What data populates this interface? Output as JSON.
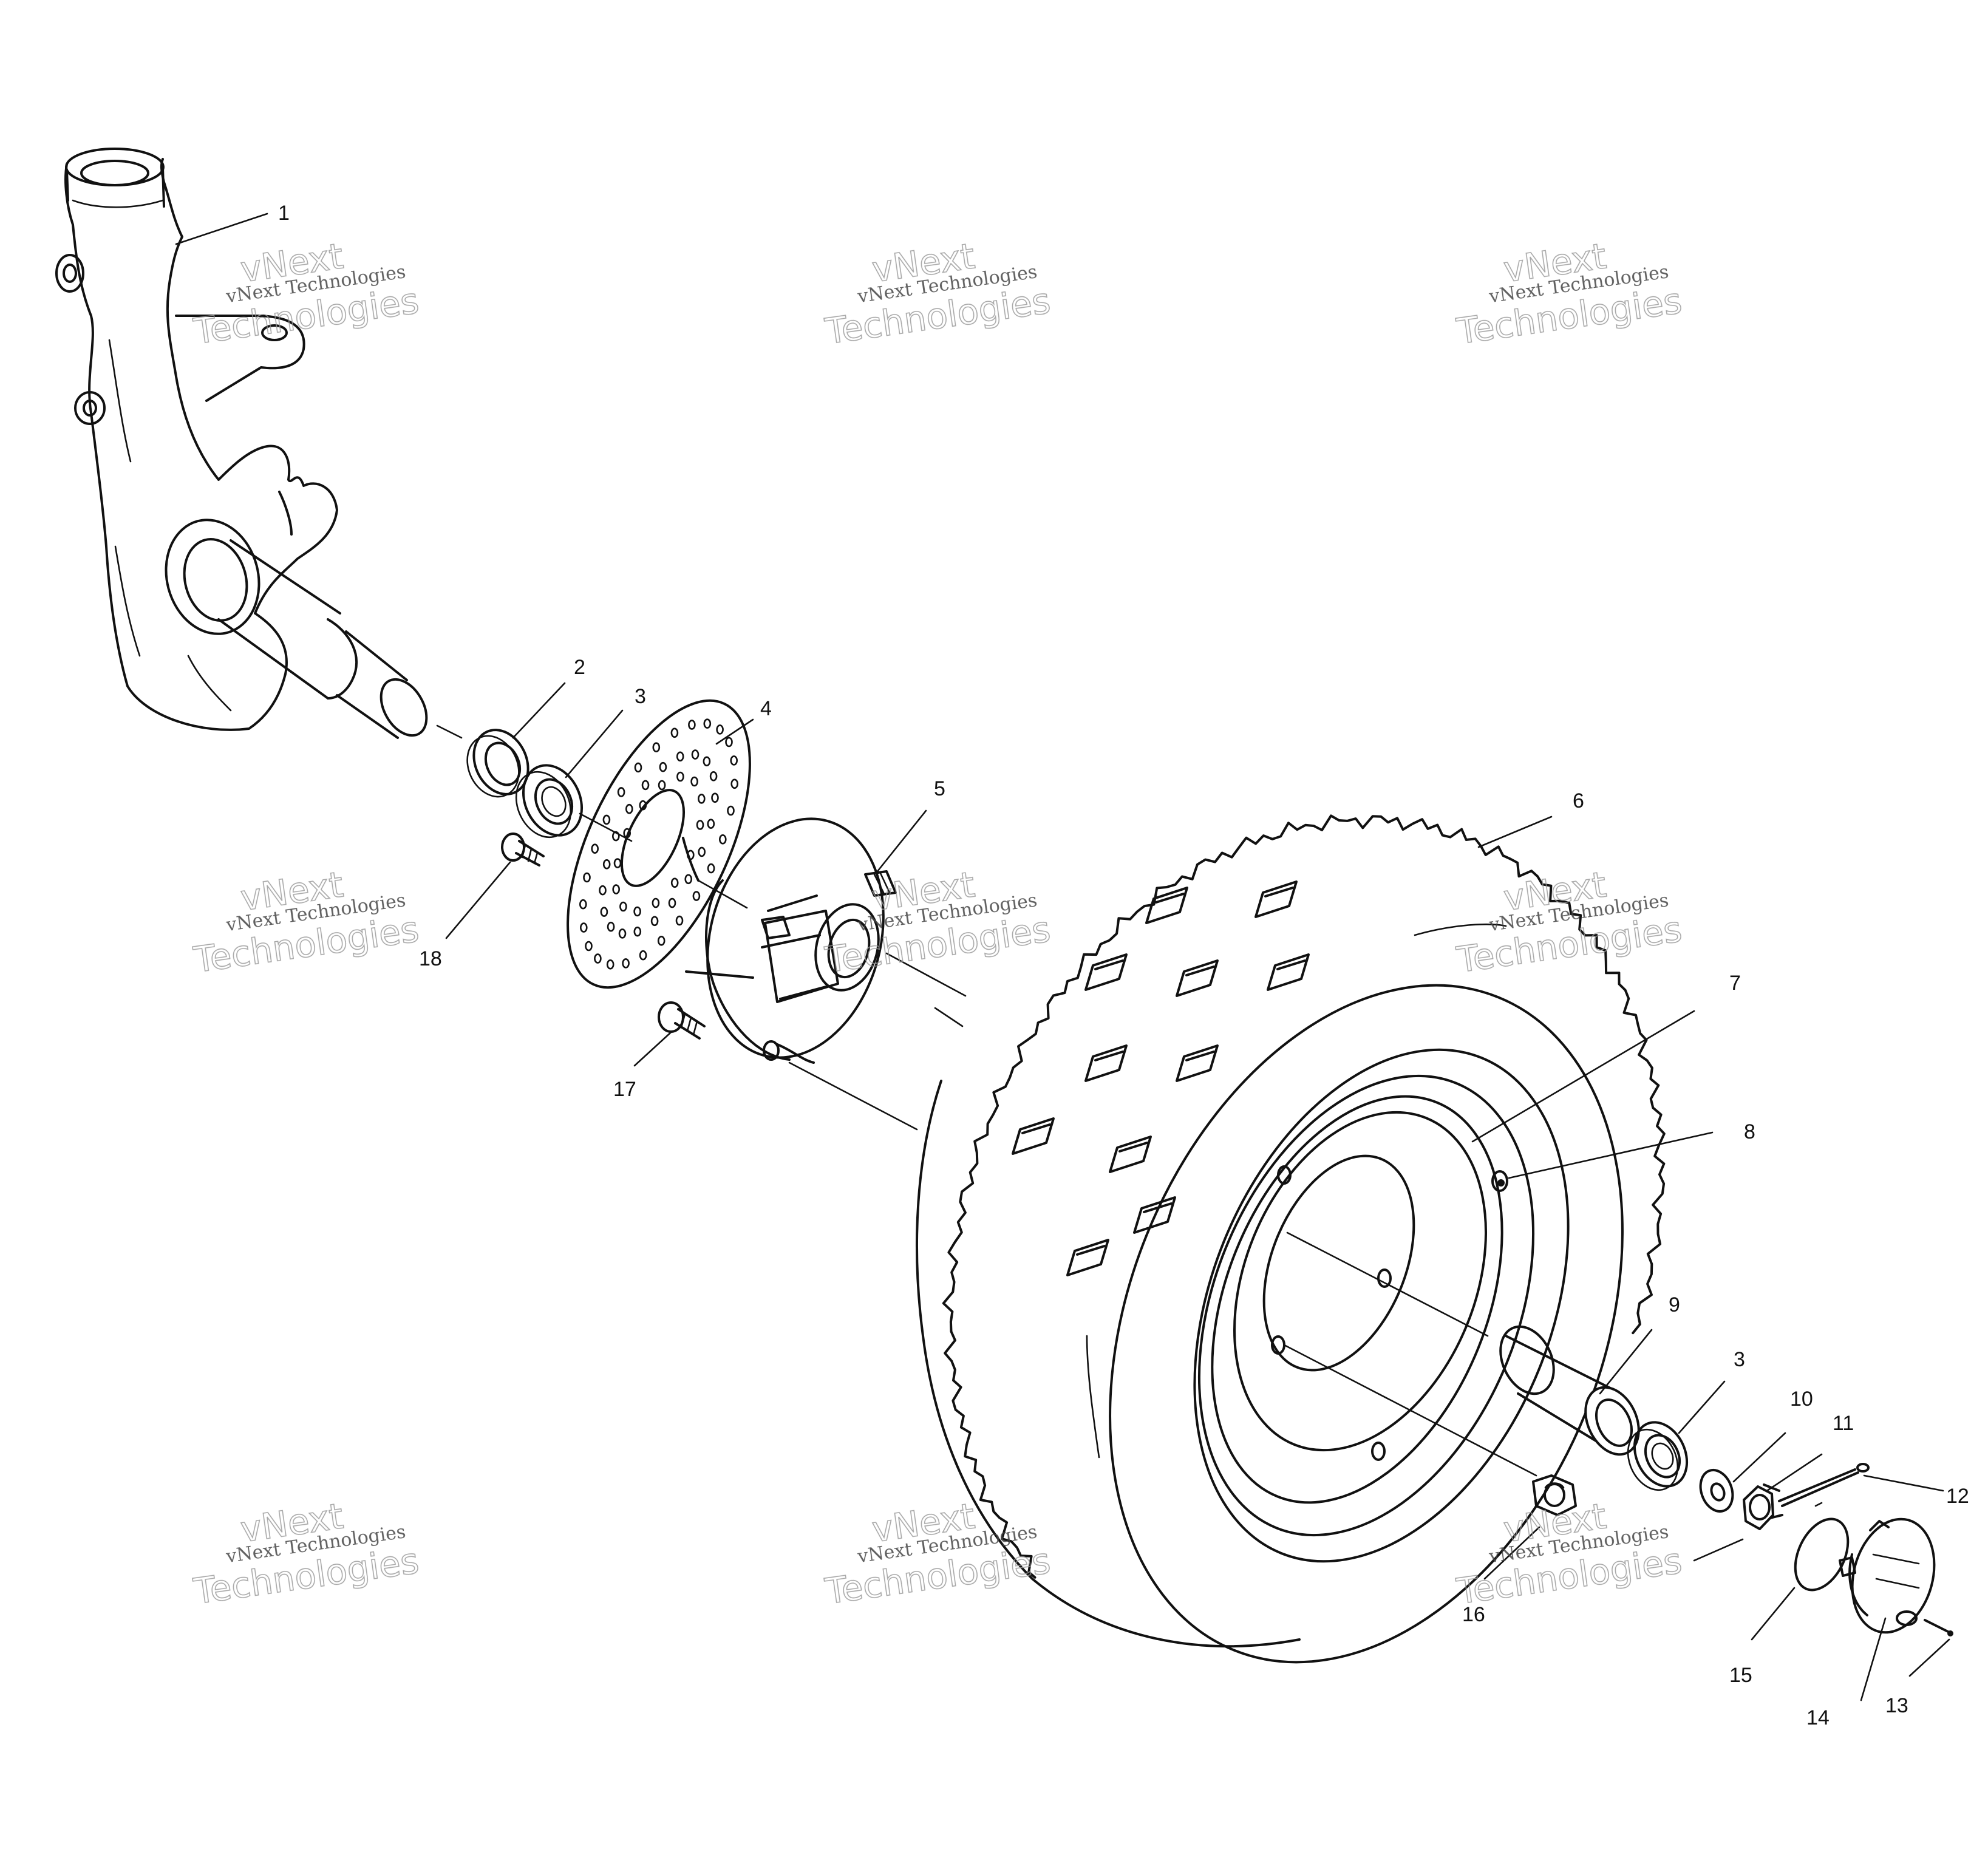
{
  "callouts": [
    {
      "id": "1",
      "text": "1"
    },
    {
      "id": "2",
      "text": "2"
    },
    {
      "id": "3a",
      "text": "3"
    },
    {
      "id": "4",
      "text": "4"
    },
    {
      "id": "5",
      "text": "5"
    },
    {
      "id": "6",
      "text": "6"
    },
    {
      "id": "7",
      "text": "7"
    },
    {
      "id": "8",
      "text": "8"
    },
    {
      "id": "9",
      "text": "9"
    },
    {
      "id": "3b",
      "text": "3"
    },
    {
      "id": "10",
      "text": "10"
    },
    {
      "id": "11",
      "text": "11"
    },
    {
      "id": "12",
      "text": "12"
    },
    {
      "id": "13",
      "text": "13"
    },
    {
      "id": "14",
      "text": "14"
    },
    {
      "id": "15",
      "text": "15"
    },
    {
      "id": "16",
      "text": "16"
    },
    {
      "id": "17",
      "text": "17"
    },
    {
      "id": "18",
      "text": "18"
    }
  ],
  "watermark": {
    "line_small": "vNext Technologies",
    "word_top": "vNext",
    "word_bottom": "Technologies"
  }
}
